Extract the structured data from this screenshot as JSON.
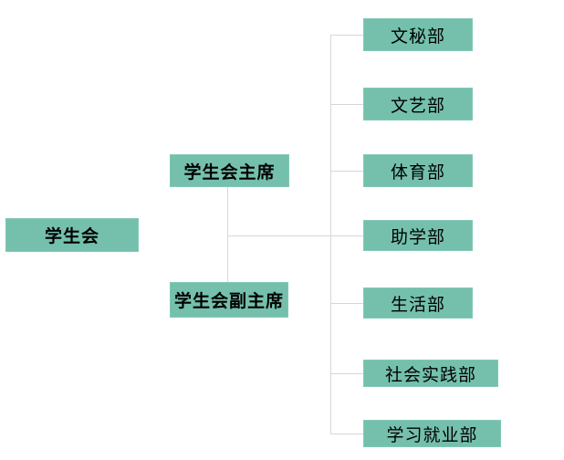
{
  "diagram": {
    "type": "org-chart"
  },
  "colors": {
    "box_fill": "#74c0ac",
    "box_border": "#82c8b6",
    "line": "#d7d7d7",
    "text": "#000000",
    "background": "#ffffff"
  },
  "nodes": {
    "root": {
      "label": "学生会"
    },
    "president": {
      "label": "学生会主席"
    },
    "vice_president": {
      "label": "学生会副主席"
    },
    "departments": [
      {
        "label": "文秘部"
      },
      {
        "label": "文艺部"
      },
      {
        "label": "体育部"
      },
      {
        "label": "助学部"
      },
      {
        "label": "生活部"
      },
      {
        "label": "社会实践部"
      },
      {
        "label": "学习就业部"
      }
    ]
  }
}
